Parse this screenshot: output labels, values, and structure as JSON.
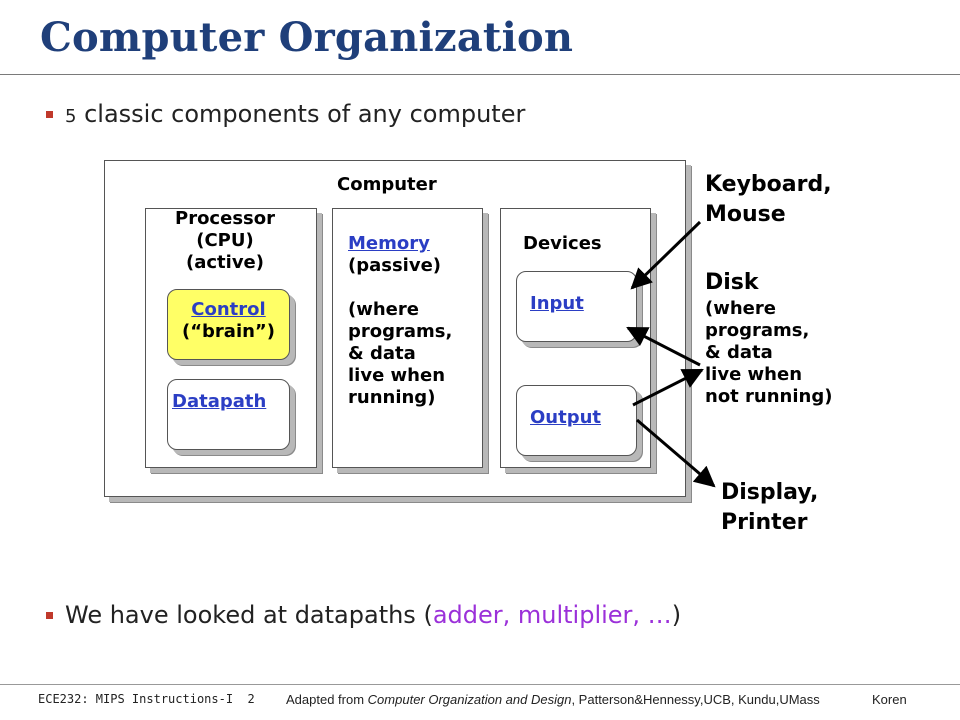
{
  "slide": {
    "title": "Computer Organization",
    "bullet1_num": "5",
    "bullet1_text": "classic components of any computer",
    "bullet2_prefix": "We have looked at datapaths (",
    "bullet2_highlight": "adder, multiplier, …",
    "bullet2_suffix": ")"
  },
  "diagram": {
    "computer_label": "Computer",
    "processor_label": [
      "Processor",
      "(CPU)",
      "(active)"
    ],
    "control_label": "Control",
    "control_sub": "(“brain”)",
    "datapath_label": "Datapath",
    "memory_label": "Memory",
    "memory_lines": [
      "(passive)",
      "",
      "(where",
      "programs,",
      "& data",
      "live when",
      "running)"
    ],
    "devices_label": "Devices",
    "input_label": "Input",
    "output_label": "Output",
    "keyboard_label": [
      "Keyboard,",
      "Mouse"
    ],
    "disk_label": "Disk",
    "disk_lines": [
      "(where",
      "programs,",
      "& data",
      "live when",
      "not running)"
    ],
    "display_label": [
      "Display,",
      "Printer"
    ],
    "colors": {
      "control_fill": "#ffff66",
      "link": "#2b3ec4",
      "title": "#1f3f7a",
      "highlight": "#9b30d9"
    }
  },
  "footer": {
    "left": "ECE232: MIPS Instructions-I",
    "page": "2",
    "credit_prefix": "Adapted from",
    "credit_book": "Computer Organization and Design",
    "credit_suffix": ", Patterson&Hennessy,UCB, Kundu,UMass",
    "right": "Koren"
  }
}
